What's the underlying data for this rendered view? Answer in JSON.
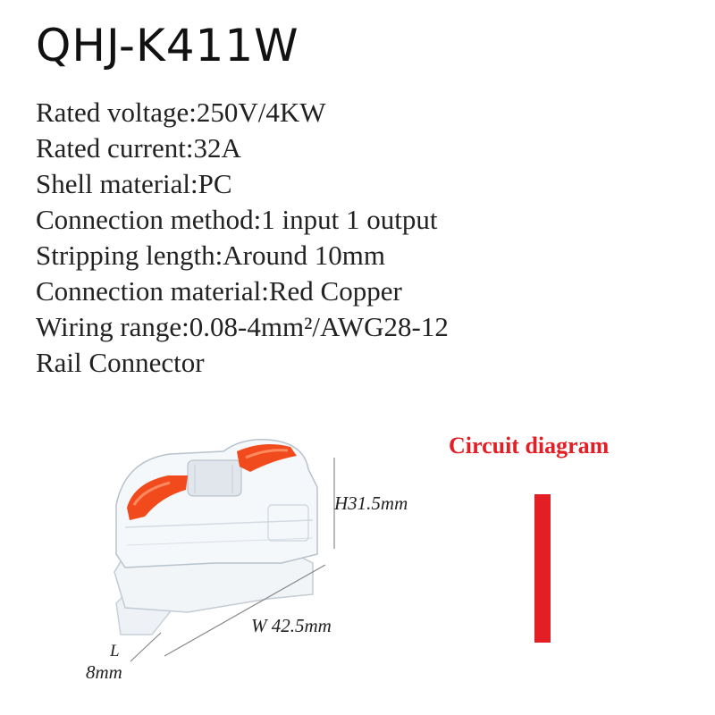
{
  "product": {
    "model": "QHJ-K411W",
    "specs": [
      "Rated voltage:250V/4KW",
      "Rated current:32A",
      "Shell material:PC",
      "Connection method:1 input 1 output",
      "Stripping length:Around 10mm",
      "Connection material:Red Copper",
      "Wiring range:0.08-4mm²/AWG28-12",
      "Rail Connector"
    ]
  },
  "dimensions": {
    "height": "H31.5mm",
    "width": "W 42.5mm",
    "length_label": "L",
    "length_value": "8mm"
  },
  "circuit": {
    "title": "Circuit diagram"
  },
  "colors": {
    "accent_red": "#e31e24",
    "lever_orange": "#f04a1d"
  }
}
